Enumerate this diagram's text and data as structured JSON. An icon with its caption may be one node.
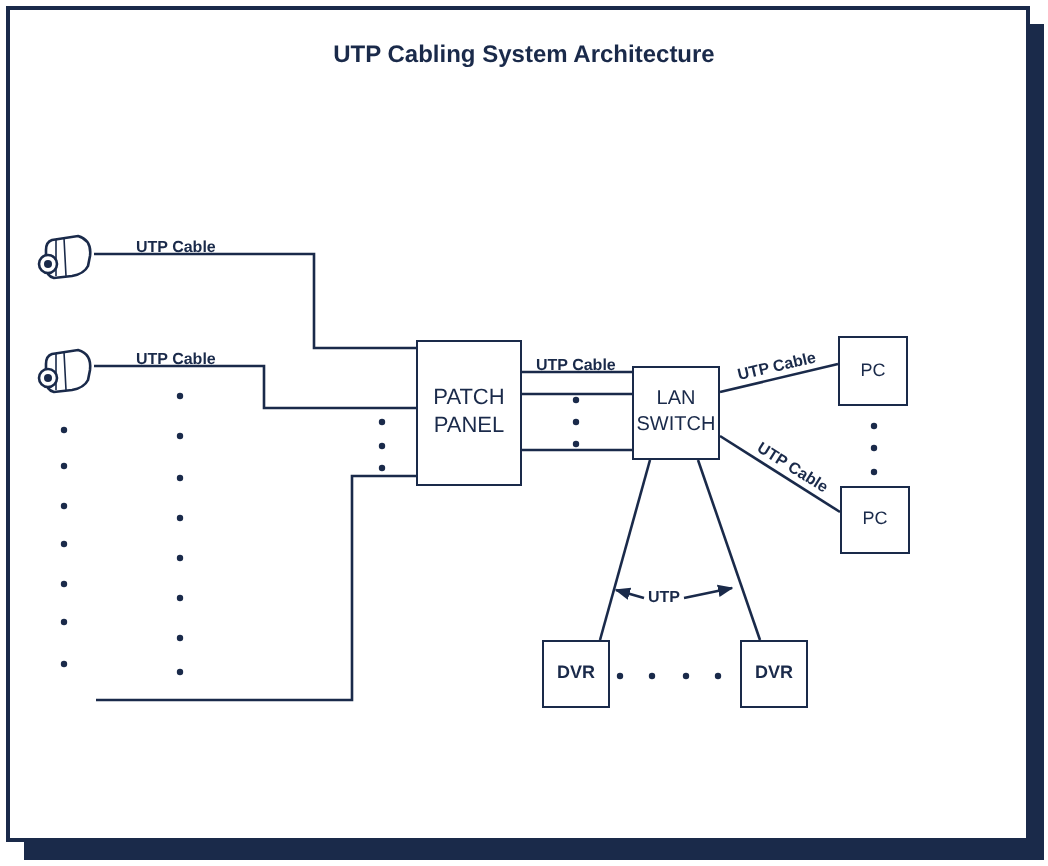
{
  "diagram": {
    "title": "UTP Cabling System Architecture",
    "nodes": [
      {
        "text": [],
        "shape": "picture"
      },
      {
        "text": [],
        "shape": "picture"
      },
      {
        "text": [
          "PATCH PANEL"
        ]
      },
      {
        "text": [
          "LAN SWITCH"
        ]
      },
      {
        "text": [
          "PC"
        ]
      },
      {
        "text": [
          "PC"
        ]
      },
      {
        "text": [
          "DVR"
        ]
      },
      {
        "text": [
          "DVR"
        ]
      },
      {
        "text": [
          "UTP"
        ]
      }
    ],
    "edges": [
      {
        "from": 0,
        "to": 2,
        "arrow": "none",
        "label": "UTP Cable"
      },
      {
        "from": 1,
        "to": 2,
        "arrow": "none",
        "label": "UTP Cable"
      },
      {
        "from": null,
        "to": 2,
        "arrow": "none"
      },
      {
        "from": 2,
        "to": 3,
        "arrow": "none",
        "label": "UTP Cable"
      },
      {
        "from": 2,
        "to": 3,
        "arrow": "none"
      },
      {
        "from": 2,
        "to": 3,
        "arrow": "none"
      },
      {
        "from": 3,
        "to": 4,
        "arrow": "none",
        "label": "UTP Cable"
      },
      {
        "from": 3,
        "to": 5,
        "arrow": "none",
        "label": "UTP Cable"
      },
      {
        "from": 3,
        "to": 6,
        "arrow": "none"
      },
      {
        "from": 3,
        "to": 7,
        "arrow": "none"
      },
      {
        "from": 8,
        "to": null,
        "arrow": "to"
      },
      {
        "from": 8,
        "to": null,
        "arrow": "to"
      }
    ]
  }
}
